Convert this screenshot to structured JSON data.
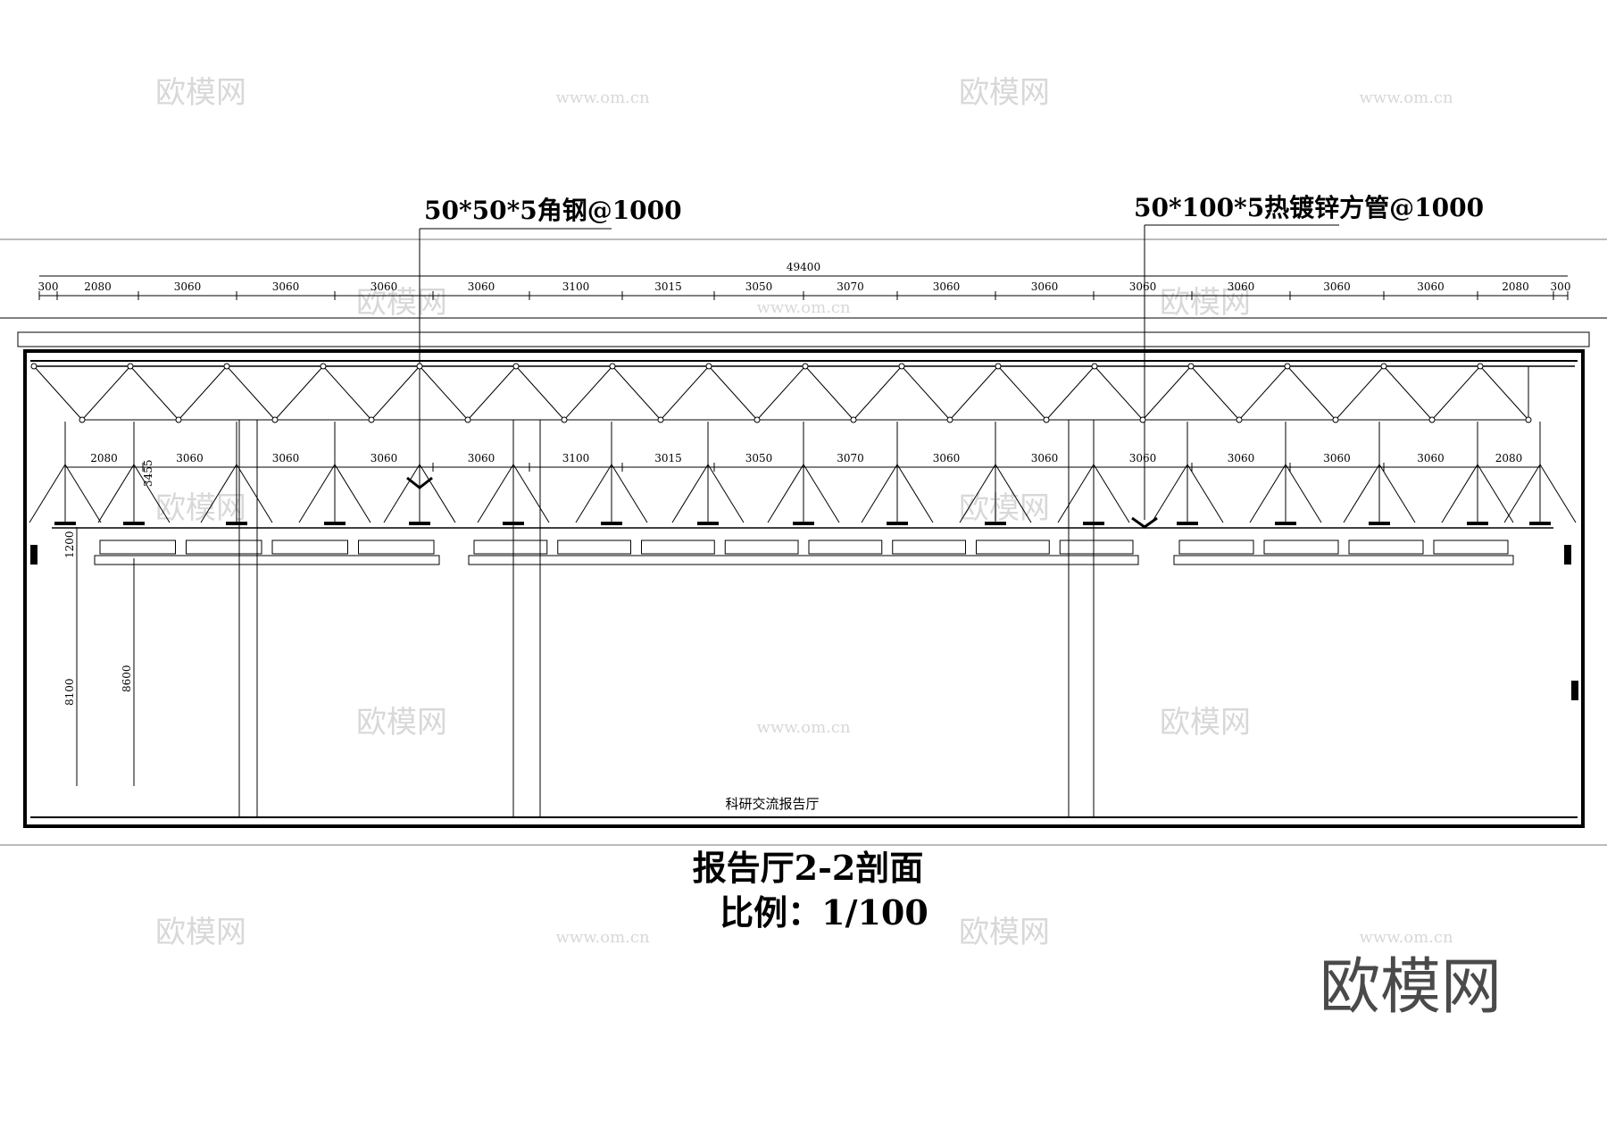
{
  "drawing": {
    "callouts": [
      "50*50*5角钢@1000",
      "50*100*5热镀锌方管@1000"
    ],
    "overall_dimension": "49400",
    "top_dimensions": [
      "300",
      "2080",
      "3060",
      "3060",
      "3060",
      "3060",
      "3100",
      "3015",
      "3050",
      "3070",
      "3060",
      "3060",
      "3060",
      "3060",
      "3060",
      "3060",
      "2080",
      "300"
    ],
    "mid_dimensions": [
      "2080",
      "3060",
      "3060",
      "3060",
      "3060",
      "3100",
      "3015",
      "3050",
      "3070",
      "3060",
      "3060",
      "3060",
      "3060",
      "3060",
      "3060",
      "2080"
    ],
    "vertical_dimensions": [
      "3455",
      "1200",
      "8100",
      "8600"
    ],
    "room_label": "科研交流报告厅",
    "section_title": "报告厅2-2剖面",
    "scale_label": "比例：1/100"
  },
  "watermark": {
    "brand_text": "欧模网",
    "site_text": "www.om.cn"
  }
}
